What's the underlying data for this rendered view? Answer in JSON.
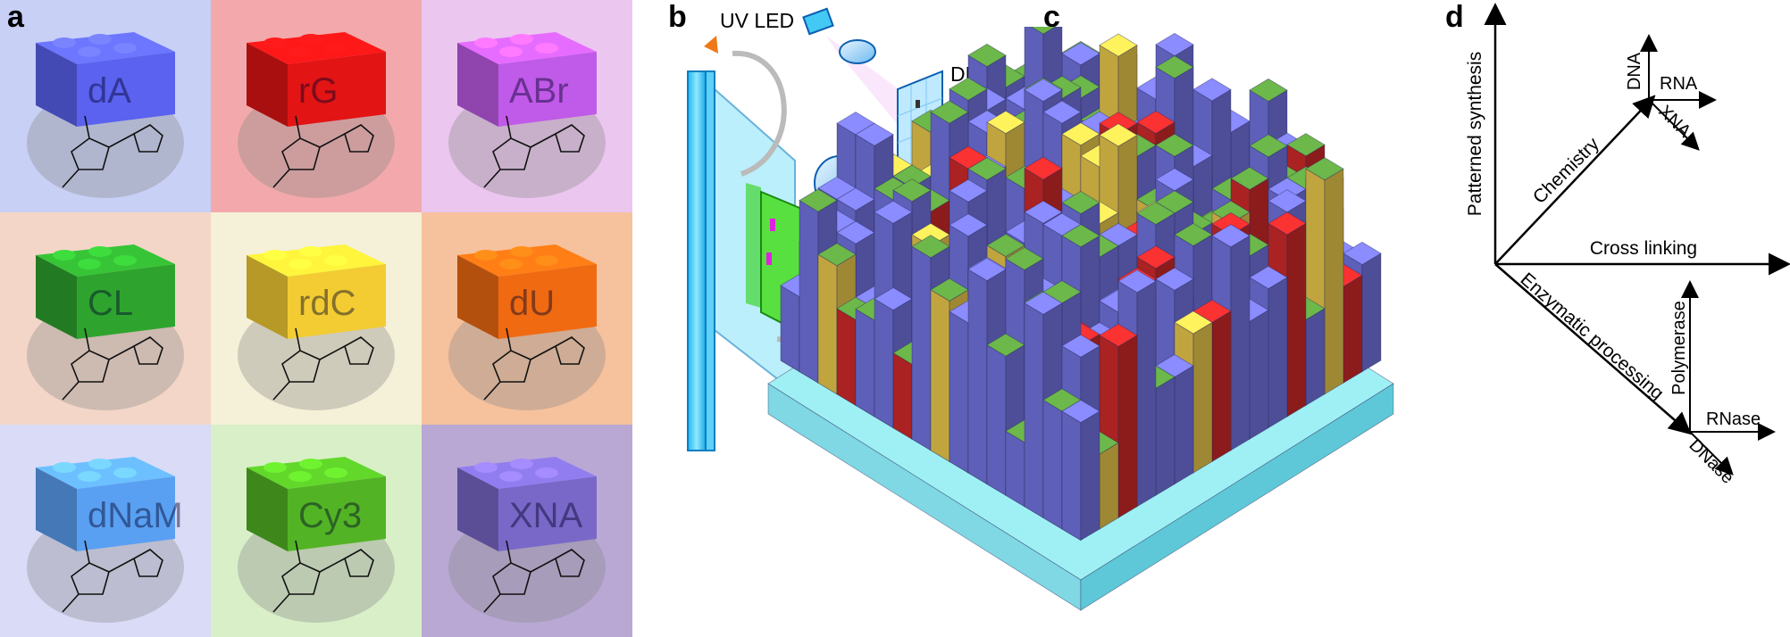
{
  "panels": {
    "a": "a",
    "b": "b",
    "c": "c",
    "d": "d"
  },
  "panel_a": {
    "tiles": [
      {
        "label": "dA",
        "bg": "#c8d0f6",
        "brick": "#5a62ef"
      },
      {
        "label": "rG",
        "bg": "#f3a9ab",
        "brick": "#e21414"
      },
      {
        "label": "ABr",
        "bg": "#ebc6ef",
        "brick": "#c05ae8"
      },
      {
        "label": "CL",
        "bg": "#f3d6c8",
        "brick": "#2ea42e"
      },
      {
        "label": "rdC",
        "bg": "#f5f0d8",
        "brick": "#f2cc32"
      },
      {
        "label": "dU",
        "bg": "#f6c19d",
        "brick": "#f06a12"
      },
      {
        "label": "dNaM",
        "bg": "#d9dbf7",
        "brick": "#5aa0f2"
      },
      {
        "label": "Cy3",
        "bg": "#d9efc8",
        "brick": "#52b424"
      },
      {
        "label": "XNA",
        "bg": "#b9a8d4",
        "brick": "#7a68c8"
      }
    ]
  },
  "panel_b": {
    "uv_led": "UV LED",
    "dmd": "DMD"
  },
  "panel_d": {
    "y_axis": "Patterned synthesis",
    "x_axis": "Cross linking",
    "diag_up": "Chemistry",
    "diag_down": "Enzymatic processing",
    "sub_up": {
      "up": "DNA",
      "right": "RNA",
      "diag": "XNA"
    },
    "sub_down": {
      "up": "Polymerase",
      "right": "RNase",
      "diag": "DNase"
    }
  },
  "colors": {
    "blue": "#6e70d8",
    "red": "#c82828",
    "yellow": "#e2c24a",
    "green": "#6cb84a",
    "cyan": "#9ff0f4",
    "orange": "#f07818"
  }
}
